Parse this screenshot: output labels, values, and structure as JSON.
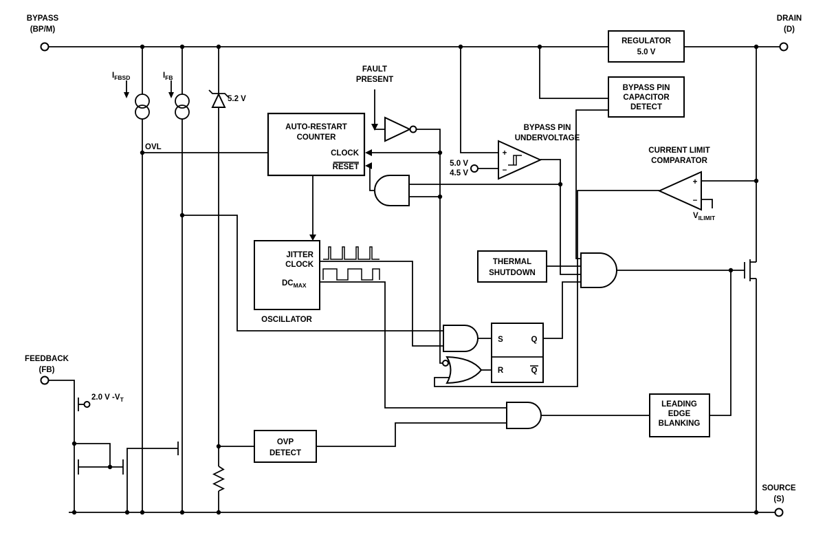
{
  "diagram": {
    "colors": {
      "line": "#000000",
      "background": "#ffffff"
    },
    "pins": {
      "bypass": {
        "name": "BYPASS",
        "designator": "(BP/M)"
      },
      "drain": {
        "name": "DRAIN",
        "designator": "(D)"
      },
      "feedback": {
        "name": "FEEDBACK",
        "designator": "(FB)"
      },
      "source": {
        "name": "SOURCE",
        "designator": "(S)"
      }
    },
    "sources": {
      "ifbsd": {
        "main": "I",
        "sub": "FBSD"
      },
      "ifb": {
        "main": "I",
        "sub": "FB"
      }
    },
    "zener_label": "5.2 V",
    "ovl_label": "OVL",
    "fault": {
      "l1": "FAULT",
      "l2": "PRESENT"
    },
    "counter": {
      "l1": "AUTO-RESTART",
      "l2": "COUNTER",
      "clock": "CLOCK",
      "reset": "RESET"
    },
    "osc": {
      "j1": "JITTER",
      "j2": "CLOCK",
      "dc_main": "DC",
      "dc_sub": "MAX",
      "caption": "OSCILLATOR"
    },
    "regulator": {
      "l1": "REGULATOR",
      "l2": "5.0 V"
    },
    "capdetect": {
      "l1": "BYPASS PIN",
      "l2": "CAPACITOR",
      "l3": "DETECT"
    },
    "uv": {
      "l1": "BYPASS PIN",
      "l2": "UNDERVOLTAGE",
      "ref_high": "5.0 V",
      "ref_low": "4.5 V",
      "plus": "+",
      "minus": "−"
    },
    "cl": {
      "l1": "CURRENT LIMIT",
      "l2": "COMPARATOR",
      "plus": "+",
      "minus": "−",
      "ref_main": "V",
      "ref_sub": "ILIMIT"
    },
    "thermal": {
      "l1": "THERMAL",
      "l2": "SHUTDOWN"
    },
    "latch": {
      "s": "S",
      "q": "Q",
      "r": "R",
      "qbar": "Q"
    },
    "leb": {
      "l1": "LEADING",
      "l2": "EDGE",
      "l3": "BLANKING"
    },
    "ovp": {
      "l1": "OVP",
      "l2": "DETECT"
    },
    "fbref": {
      "main": "2.0 V -V",
      "sub": "T"
    }
  }
}
